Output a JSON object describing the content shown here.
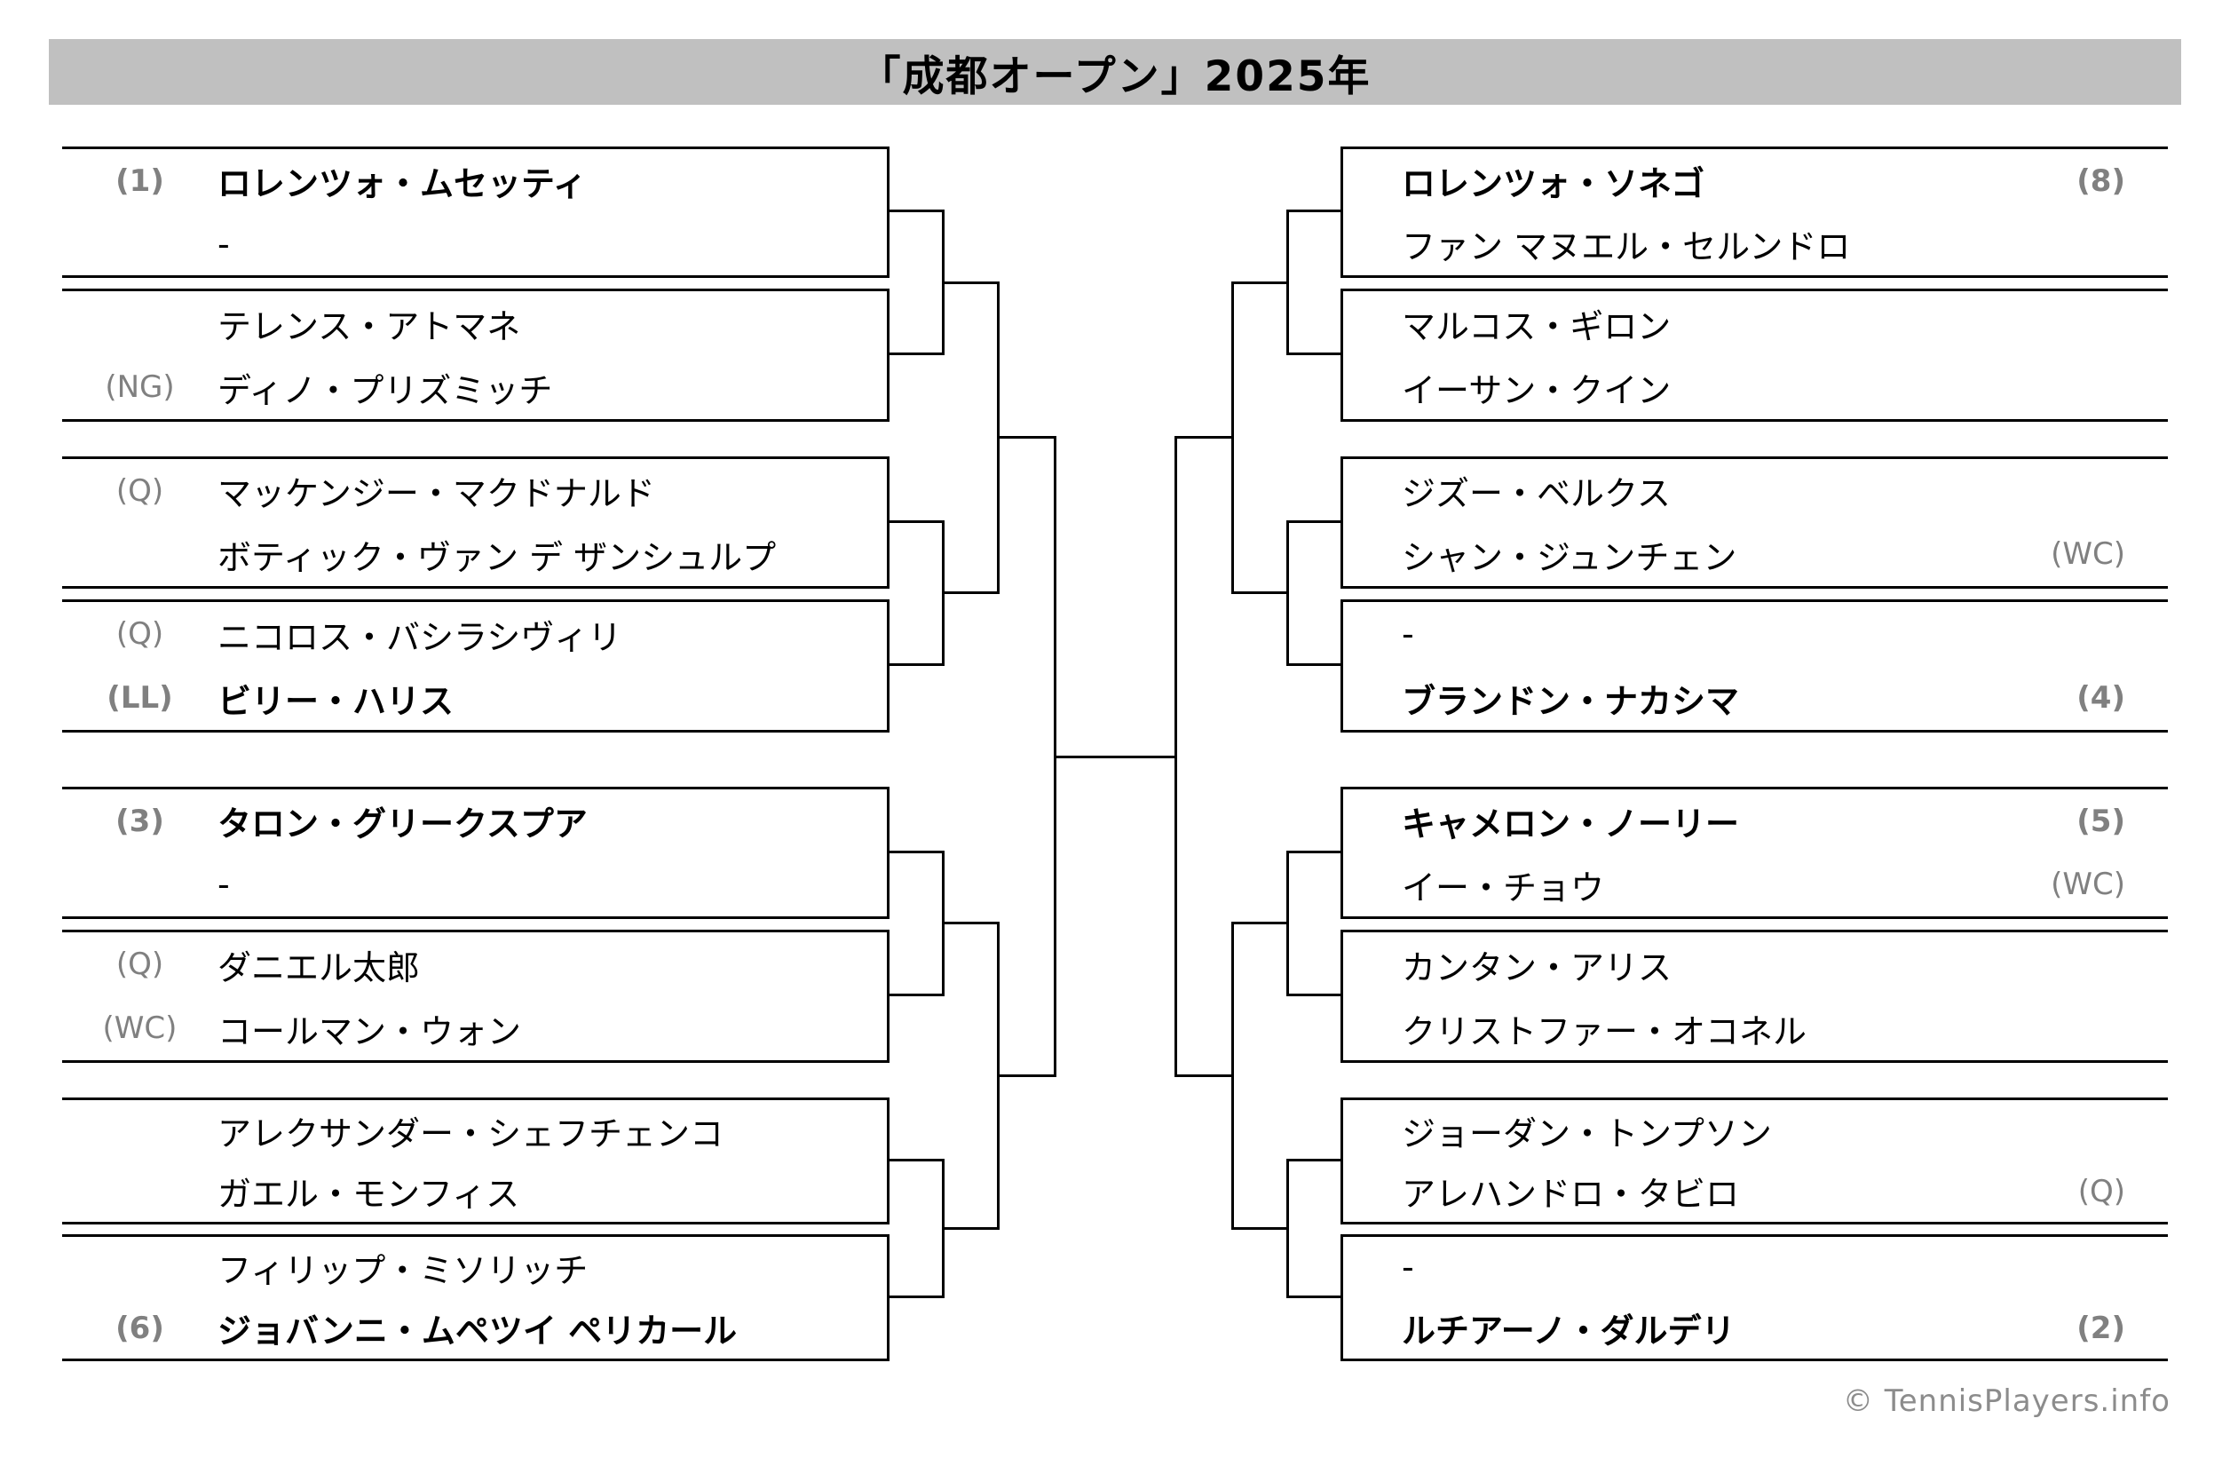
{
  "title": "「成都オープン」2025年",
  "footer": "© TennisPlayers.info",
  "colors": {
    "title_bg": "#c0c0c0",
    "line": "#000000",
    "tag_gray": "#808080"
  },
  "bracket": {
    "left": [
      {
        "players": [
          {
            "tag": "(1)",
            "tag_bold": true,
            "name": "ロレンツォ・ムセッティ",
            "bold": true
          },
          {
            "tag": "",
            "tag_bold": false,
            "name": "-",
            "bold": false
          }
        ]
      },
      {
        "players": [
          {
            "tag": "",
            "tag_bold": false,
            "name": "テレンス・アトマネ",
            "bold": false
          },
          {
            "tag": "(NG)",
            "tag_bold": false,
            "name": "ディノ・プリズミッチ",
            "bold": false
          }
        ]
      },
      {
        "players": [
          {
            "tag": "(Q)",
            "tag_bold": false,
            "name": "マッケンジー・マクドナルド",
            "bold": false
          },
          {
            "tag": "",
            "tag_bold": false,
            "name": "ボティック・ヴァン デ ザンシュルプ",
            "bold": false
          }
        ]
      },
      {
        "players": [
          {
            "tag": "(Q)",
            "tag_bold": false,
            "name": "ニコロス・バシラシヴィリ",
            "bold": false
          },
          {
            "tag": "(LL)",
            "tag_bold": true,
            "name": "ビリー・ハリス",
            "bold": true
          }
        ]
      },
      {
        "players": [
          {
            "tag": "(3)",
            "tag_bold": true,
            "name": "タロン・グリークスプア",
            "bold": true
          },
          {
            "tag": "",
            "tag_bold": false,
            "name": "-",
            "bold": false
          }
        ]
      },
      {
        "players": [
          {
            "tag": "(Q)",
            "tag_bold": false,
            "name": "ダニエル太郎",
            "bold": false
          },
          {
            "tag": "(WC)",
            "tag_bold": false,
            "name": "コールマン・ウォン",
            "bold": false
          }
        ]
      },
      {
        "players": [
          {
            "tag": "",
            "tag_bold": false,
            "name": "アレクサンダー・シェフチェンコ",
            "bold": false
          },
          {
            "tag": "",
            "tag_bold": false,
            "name": "ガエル・モンフィス",
            "bold": false
          }
        ]
      },
      {
        "players": [
          {
            "tag": "",
            "tag_bold": false,
            "name": "フィリップ・ミソリッチ",
            "bold": false
          },
          {
            "tag": "(6)",
            "tag_bold": true,
            "name": "ジョバンニ・ムペツイ ペリカール",
            "bold": true
          }
        ]
      }
    ],
    "right": [
      {
        "players": [
          {
            "tag": "(8)",
            "tag_bold": true,
            "name": "ロレンツォ・ソネゴ",
            "bold": true
          },
          {
            "tag": "",
            "tag_bold": false,
            "name": "ファン マヌエル・セルンドロ",
            "bold": false
          }
        ]
      },
      {
        "players": [
          {
            "tag": "",
            "tag_bold": false,
            "name": "マルコス・ギロン",
            "bold": false
          },
          {
            "tag": "",
            "tag_bold": false,
            "name": "イーサン・クイン",
            "bold": false
          }
        ]
      },
      {
        "players": [
          {
            "tag": "",
            "tag_bold": false,
            "name": "ジズー・ベルクス",
            "bold": false
          },
          {
            "tag": "(WC)",
            "tag_bold": false,
            "name": "シャン・ジュンチェン",
            "bold": false
          }
        ]
      },
      {
        "players": [
          {
            "tag": "",
            "tag_bold": false,
            "name": "-",
            "bold": false
          },
          {
            "tag": "(4)",
            "tag_bold": true,
            "name": "ブランドン・ナカシマ",
            "bold": true
          }
        ]
      },
      {
        "players": [
          {
            "tag": "(5)",
            "tag_bold": true,
            "name": "キャメロン・ノーリー",
            "bold": true
          },
          {
            "tag": "(WC)",
            "tag_bold": false,
            "name": "イー・チョウ",
            "bold": false
          }
        ]
      },
      {
        "players": [
          {
            "tag": "",
            "tag_bold": false,
            "name": "カンタン・アリス",
            "bold": false
          },
          {
            "tag": "",
            "tag_bold": false,
            "name": "クリストファー・オコネル",
            "bold": false
          }
        ]
      },
      {
        "players": [
          {
            "tag": "",
            "tag_bold": false,
            "name": "ジョーダン・トンプソン",
            "bold": false
          },
          {
            "tag": "(Q)",
            "tag_bold": false,
            "name": "アレハンドロ・タビロ",
            "bold": false
          }
        ]
      },
      {
        "players": [
          {
            "tag": "",
            "tag_bold": false,
            "name": "-",
            "bold": false
          },
          {
            "tag": "(2)",
            "tag_bold": true,
            "name": "ルチアーノ・ダルデリ",
            "bold": true
          }
        ]
      }
    ]
  }
}
